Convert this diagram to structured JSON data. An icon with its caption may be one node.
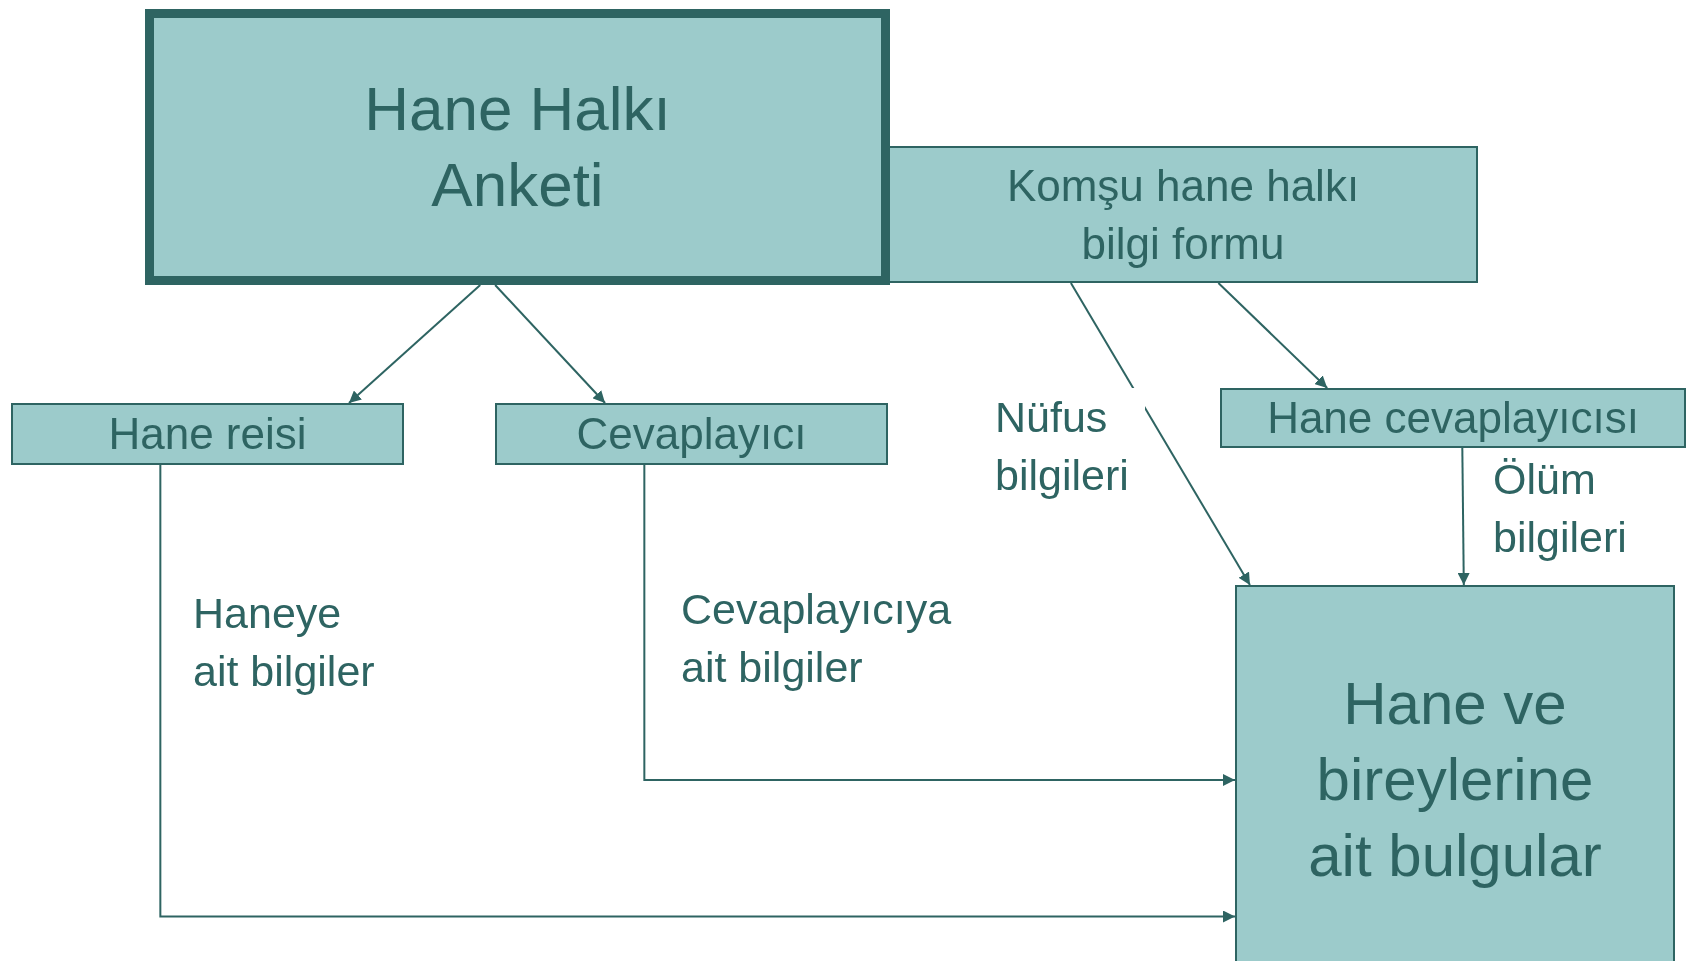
{
  "diagram": {
    "nodes": [
      {
        "text": [
          "Hane Halkı Anketi"
        ]
      },
      {
        "text": [
          "Komşu hane halkı bilgi formu"
        ]
      },
      {
        "text": [
          "Hane reisi"
        ]
      },
      {
        "text": [
          "Cevaplayıcı"
        ]
      },
      {
        "text": [
          "Hane cevaplayıcısı"
        ]
      },
      {
        "text": [
          "Hane ve bireylerine ait bulgular"
        ]
      }
    ],
    "edges": [
      {
        "from": 0,
        "to": 2,
        "arrow": "to"
      },
      {
        "from": 0,
        "to": 3,
        "arrow": "to"
      },
      {
        "from": 1,
        "to": 4,
        "arrow": "to"
      },
      {
        "from": 1,
        "to": 5,
        "arrow": "to",
        "label": "Nüfus bilgileri"
      },
      {
        "from": 4,
        "to": 5,
        "arrow": "to",
        "label": "Ölüm bilgileri"
      },
      {
        "from": 3,
        "to": 5,
        "arrow": "to",
        "label": "Cevaplayıcıya ait bilgiler"
      },
      {
        "from": 2,
        "to": 5,
        "arrow": "to",
        "label": "Haneye ait bilgiler"
      }
    ]
  }
}
